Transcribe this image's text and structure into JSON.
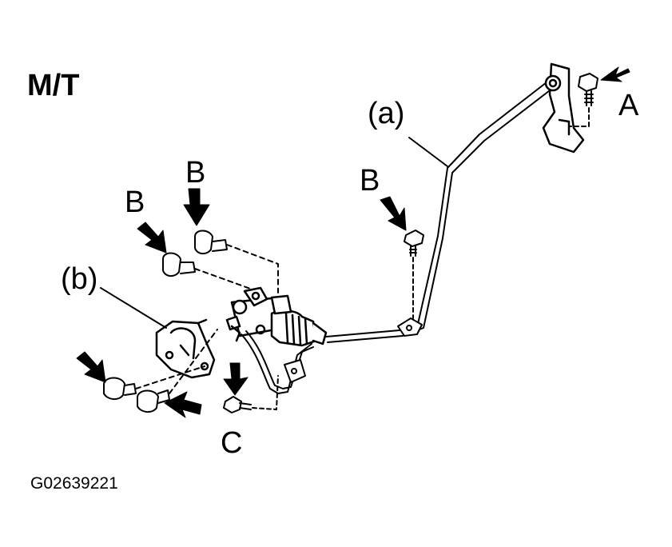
{
  "title": "M/T",
  "labels": {
    "a": "(a)",
    "b": "(b)",
    "bolt_a": "A",
    "bolt_b": "B",
    "bolt_c": "C"
  },
  "figure_id": "G02639221",
  "colors": {
    "ink": "#000000",
    "paper": "#ffffff"
  }
}
